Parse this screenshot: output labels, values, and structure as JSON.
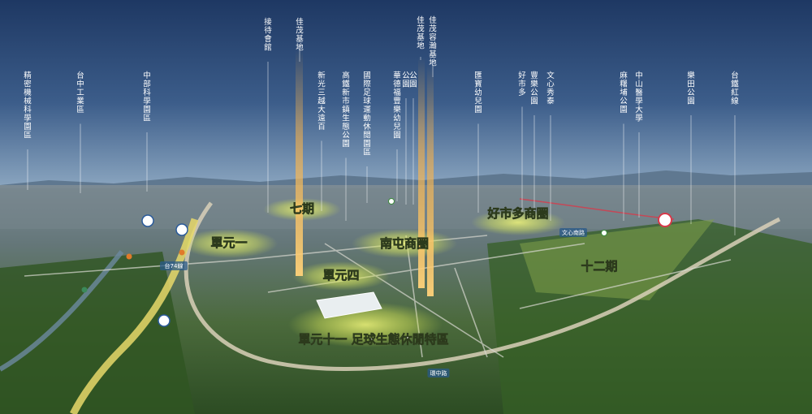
{
  "poi_labels": [
    "精密機械科學園區",
    "台中工業區",
    "中部科學園區",
    "接待會館",
    "佳茂基地",
    "新光三越 大遠百",
    "高鐵新市鎮生態公園",
    "國際足球運動休閒園區",
    "華德福豐樂幼兒園",
    "公園",
    "公園",
    "佳茂基地",
    "佳茂容瀚 基地",
    "匯寶幼兒園",
    "好市多",
    "豐樂公園",
    "文心秀泰",
    "麻糬埔公園",
    "中山醫學大學",
    "樂田公園",
    "台鐵紅線"
  ],
  "districts": [
    "七期",
    "單元一",
    "南屯商圈",
    "單元四",
    "好市多商圈",
    "十二期",
    "單元十一 足球生態休閒特區"
  ],
  "roads": [
    "環中路",
    "文心南路",
    "台74線"
  ],
  "colors": {
    "sky_top": "#1f3a66",
    "sky_horizon": "#7d9ab6",
    "beam": "#f5b04a",
    "glow": "#e2ef6a",
    "field": "#3d6b2a",
    "city": "#6f7d84"
  }
}
